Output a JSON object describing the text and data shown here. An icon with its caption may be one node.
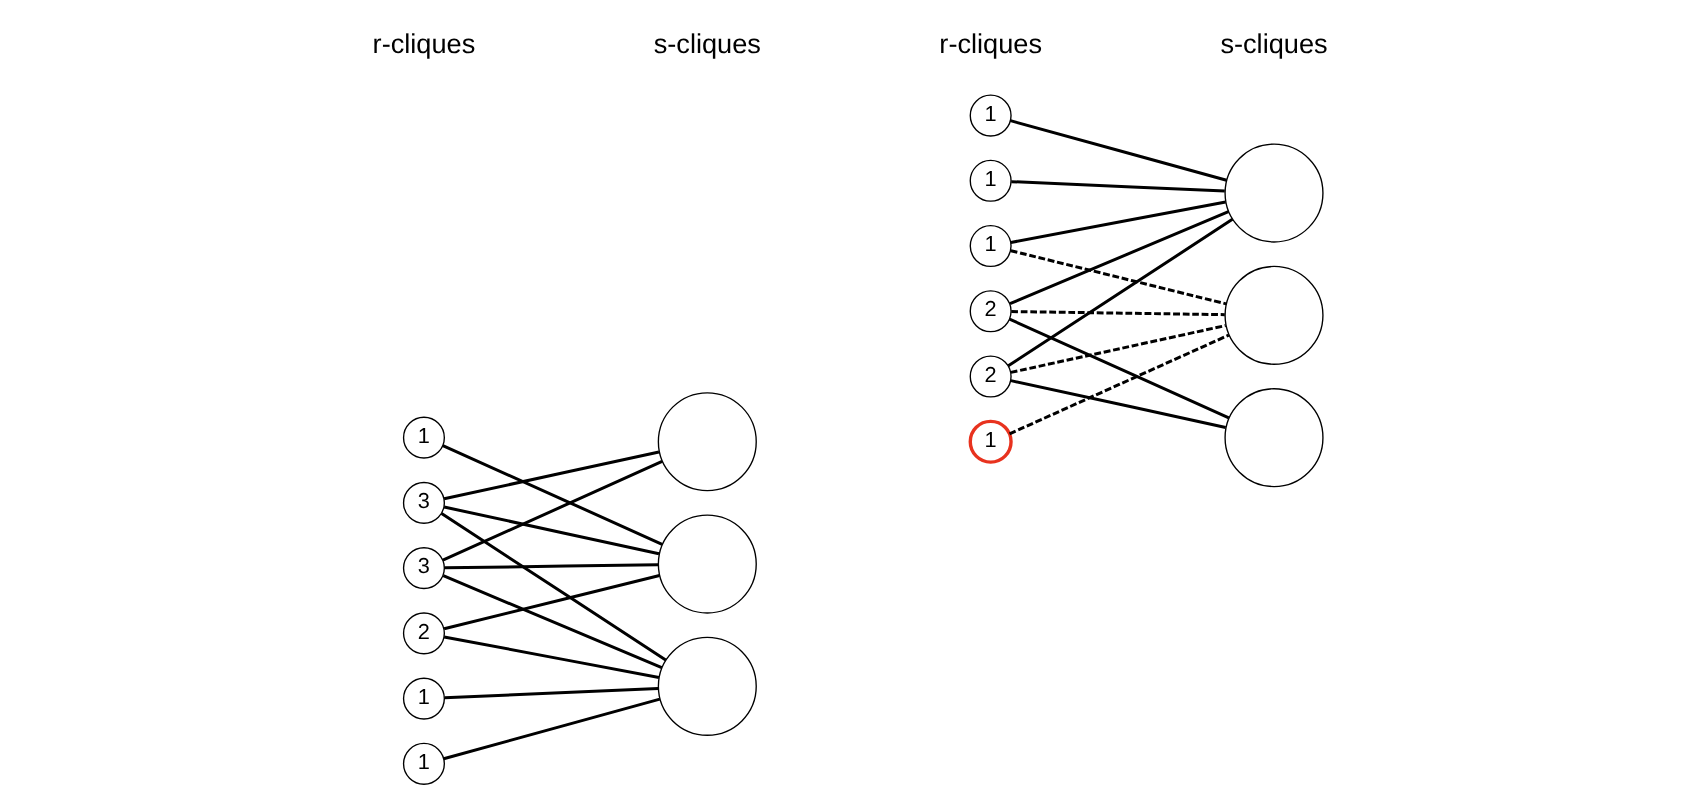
{
  "diagram": {
    "nodes": [
      {
        "text": [
          "1"
        ]
      },
      {
        "text": [
          "1"
        ]
      },
      {
        "text": [
          "3"
        ]
      },
      {
        "text": [
          "2"
        ]
      },
      {
        "text": [
          "3"
        ]
      },
      {
        "text": [
          "1"
        ]
      },
      {
        "text": [],
        "shape": "circle"
      },
      {
        "text": [],
        "shape": "circle"
      },
      {
        "text": [],
        "shape": "circle"
      },
      {
        "text": [
          "1"
        ]
      },
      {
        "text": [
          "1"
        ]
      },
      {
        "text": [
          "2"
        ]
      },
      {
        "text": [
          "1"
        ]
      },
      {
        "text": [
          "2"
        ]
      },
      {
        "text": [
          "1"
        ]
      },
      {
        "text": [],
        "shape": "circle"
      },
      {
        "text": [],
        "shape": "circle"
      },
      {
        "text": [],
        "shape": "circle"
      }
    ],
    "edges": [
      {
        "from": 0,
        "to": 6,
        "arrow": "none"
      },
      {
        "from": 1,
        "to": 6,
        "arrow": "none"
      },
      {
        "from": 2,
        "to": 6,
        "arrow": "none"
      },
      {
        "from": 2,
        "to": 7,
        "arrow": "none"
      },
      {
        "from": 2,
        "to": 8,
        "arrow": "none"
      },
      {
        "from": 3,
        "to": 6,
        "arrow": "none"
      },
      {
        "from": 3,
        "to": 7,
        "arrow": "none"
      },
      {
        "from": 4,
        "to": 6,
        "arrow": "none"
      },
      {
        "from": 4,
        "to": 7,
        "arrow": "none"
      },
      {
        "from": 4,
        "to": 8,
        "arrow": "none"
      },
      {
        "from": 5,
        "to": 7,
        "arrow": "none"
      },
      {
        "from": 9,
        "to": 15,
        "arrow": "none"
      },
      {
        "from": 10,
        "to": 15,
        "arrow": "none"
      },
      {
        "from": 11,
        "to": 15,
        "arrow": "none"
      },
      {
        "from": 11,
        "to": 16,
        "arrow": "none",
        "style": "dashed"
      },
      {
        "from": 11,
        "to": 17,
        "arrow": "none"
      },
      {
        "from": 12,
        "to": 15,
        "arrow": "none"
      },
      {
        "from": 12,
        "to": 16,
        "arrow": "none",
        "style": "dashed"
      },
      {
        "from": 13,
        "to": 15,
        "arrow": "none"
      },
      {
        "from": 13,
        "to": 16,
        "arrow": "none",
        "style": "dashed"
      },
      {
        "from": 13,
        "to": 17,
        "arrow": "none"
      },
      {
        "from": 14,
        "to": 16,
        "arrow": "none",
        "style": "dashed"
      }
    ],
    "labels": [
      "r-cliques",
      "s-cliques",
      "r-cliques",
      "s-cliques"
    ]
  }
}
